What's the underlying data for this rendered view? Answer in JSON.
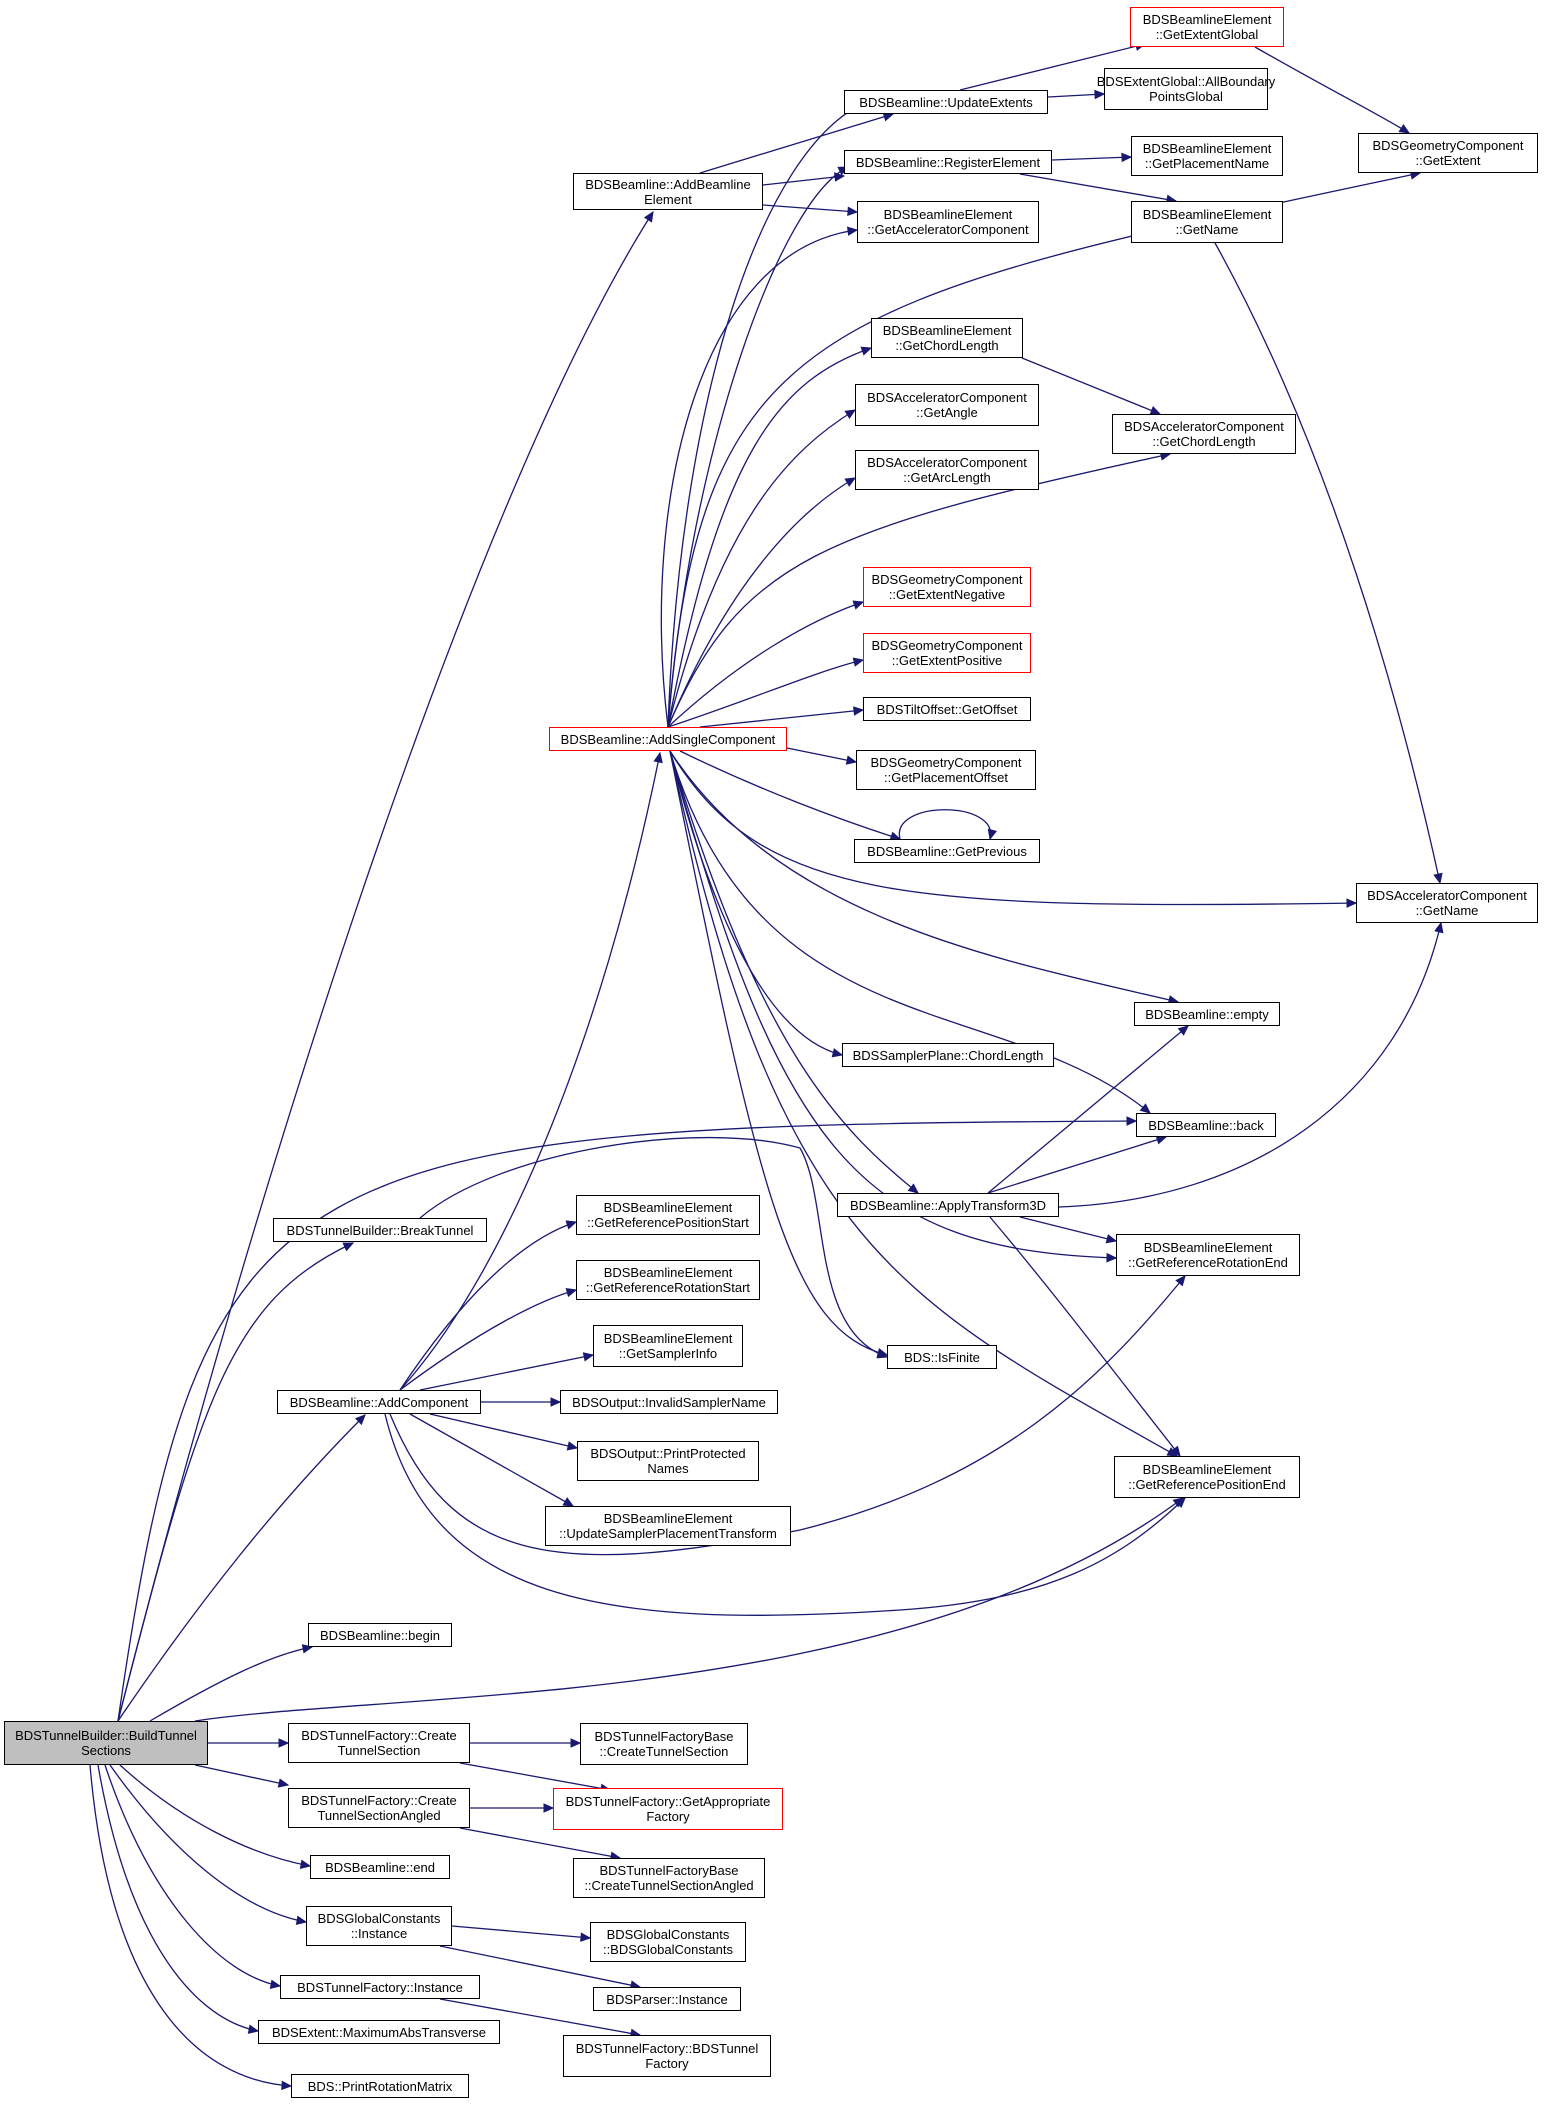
{
  "colors": {
    "edge": "#191970",
    "border": "#000000",
    "border_truncated": "#ff0000",
    "focus_fill": "#bfbfbf"
  },
  "nodes": {
    "build_tunnel_sections": {
      "label": "BDSTunnelBuilder::BuildTunnel\nSections"
    },
    "add_beamline_element": {
      "label": "BDSBeamline::AddBeamline\nElement"
    },
    "update_extents": {
      "label": "BDSBeamline::UpdateExtents"
    },
    "register_element": {
      "label": "BDSBeamline::RegisterElement"
    },
    "ble_get_accelerator_component": {
      "label": "BDSBeamlineElement\n::GetAcceleratorComponent"
    },
    "ble_get_extent_global": {
      "label": "BDSBeamlineElement\n::GetExtentGlobal"
    },
    "all_boundary_points_global": {
      "label": "BDSExtentGlobal::AllBoundary\nPointsGlobal"
    },
    "ble_get_placement_name": {
      "label": "BDSBeamlineElement\n::GetPlacementName"
    },
    "ble_get_name": {
      "label": "BDSBeamlineElement\n::GetName"
    },
    "gc_get_extent": {
      "label": "BDSGeometryComponent\n::GetExtent"
    },
    "ble_get_chord_length": {
      "label": "BDSBeamlineElement\n::GetChordLength"
    },
    "ac_get_angle": {
      "label": "BDSAcceleratorComponent\n::GetAngle"
    },
    "ac_get_arc_length": {
      "label": "BDSAcceleratorComponent\n::GetArcLength"
    },
    "ac_get_chord_length": {
      "label": "BDSAcceleratorComponent\n::GetChordLength"
    },
    "gc_get_extent_negative": {
      "label": "BDSGeometryComponent\n::GetExtentNegative"
    },
    "gc_get_extent_positive": {
      "label": "BDSGeometryComponent\n::GetExtentPositive"
    },
    "tilt_offset_get_offset": {
      "label": "BDSTiltOffset::GetOffset"
    },
    "add_single_component": {
      "label": "BDSBeamline::AddSingleComponent"
    },
    "gc_get_placement_offset": {
      "label": "BDSGeometryComponent\n::GetPlacementOffset"
    },
    "get_previous": {
      "label": "BDSBeamline::GetPrevious"
    },
    "ac_get_name": {
      "label": "BDSAcceleratorComponent\n::GetName"
    },
    "beamline_empty": {
      "label": "BDSBeamline::empty"
    },
    "sampler_chord_length": {
      "label": "BDSSamplerPlane::ChordLength"
    },
    "beamline_back": {
      "label": "BDSBeamline::back"
    },
    "break_tunnel": {
      "label": "BDSTunnelBuilder::BreakTunnel"
    },
    "apply_transform_3d": {
      "label": "BDSBeamline::ApplyTransform3D"
    },
    "ble_ref_position_start": {
      "label": "BDSBeamlineElement\n::GetReferencePositionStart"
    },
    "ble_ref_rotation_start": {
      "label": "BDSBeamlineElement\n::GetReferenceRotationStart"
    },
    "ble_ref_rotation_end": {
      "label": "BDSBeamlineElement\n::GetReferenceRotationEnd"
    },
    "ble_get_sampler_info": {
      "label": "BDSBeamlineElement\n::GetSamplerInfo"
    },
    "bds_is_finite": {
      "label": "BDS::IsFinite"
    },
    "add_component": {
      "label": "BDSBeamline::AddComponent"
    },
    "invalid_sampler_name": {
      "label": "BDSOutput::InvalidSamplerName"
    },
    "print_protected_names": {
      "label": "BDSOutput::PrintProtected\nNames"
    },
    "ble_ref_position_end": {
      "label": "BDSBeamlineElement\n::GetReferencePositionEnd"
    },
    "ble_update_sampler_transform": {
      "label": "BDSBeamlineElement\n::UpdateSamplerPlacementTransform"
    },
    "beamline_begin": {
      "label": "BDSBeamline::begin"
    },
    "tf_create_tunnel_section": {
      "label": "BDSTunnelFactory::Create\nTunnelSection"
    },
    "tfb_create_tunnel_section": {
      "label": "BDSTunnelFactoryBase\n::CreateTunnelSection"
    },
    "tf_create_tunnel_section_angled": {
      "label": "BDSTunnelFactory::Create\nTunnelSectionAngled"
    },
    "tf_get_appropriate_factory": {
      "label": "BDSTunnelFactory::GetAppropriate\nFactory"
    },
    "beamline_end": {
      "label": "BDSBeamline::end"
    },
    "tfb_create_tunnel_section_angled": {
      "label": "BDSTunnelFactoryBase\n::CreateTunnelSectionAngled"
    },
    "gc_instance": {
      "label": "BDSGlobalConstants\n::Instance"
    },
    "gc_ctor": {
      "label": "BDSGlobalConstants\n::BDSGlobalConstants"
    },
    "parser_instance": {
      "label": "BDSParser::Instance"
    },
    "tf_instance": {
      "label": "BDSTunnelFactory::Instance"
    },
    "maximum_abs_transverse": {
      "label": "BDSExtent::MaximumAbsTransverse"
    },
    "tf_ctor": {
      "label": "BDSTunnelFactory::BDSTunnel\nFactory"
    },
    "print_rotation_matrix": {
      "label": "BDS::PrintRotationMatrix"
    }
  }
}
